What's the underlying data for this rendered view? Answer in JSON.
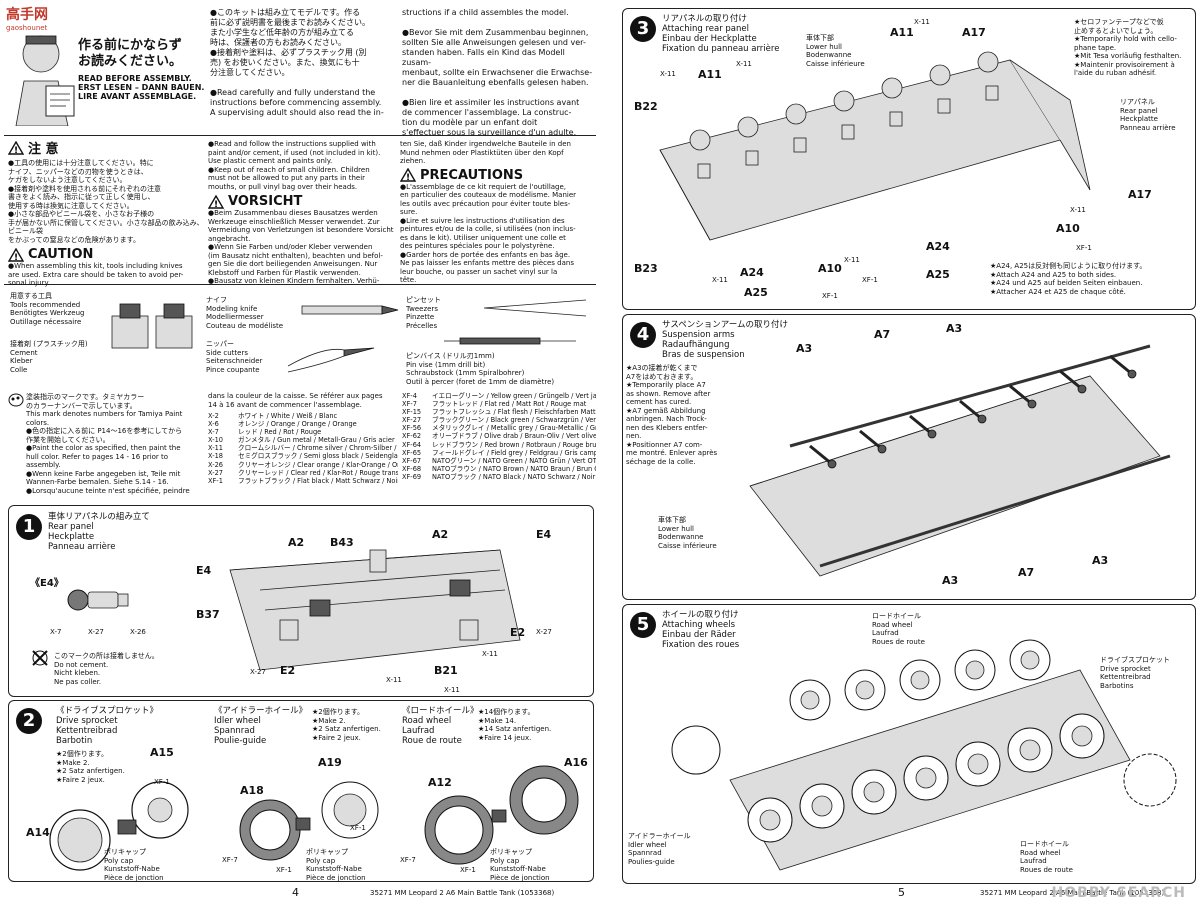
{
  "left": {
    "logo": {
      "text": "高手网",
      "sub": "gaoshounet"
    },
    "intro": {
      "jp": "作る前にかならず\nお読みください。",
      "en": "READ BEFORE ASSEMBLY.",
      "de": "ERST LESEN – DANN BAUEN.",
      "fr": "LIRE AVANT ASSEMBLAGE."
    },
    "col2_top": "●このキットは組み立てモデルです。作る\n前に必ず説明書を最後までお読みください。\nまた小学生など低年齢の方が組み立てる\n時は、保護者の方もお読みください。\n●接着剤や塗料は、必ずプラスチック用 (別\n売) をお使いください。また、換気にも十\n分注意してください。\n\n●Read carefully and fully understand the\ninstructions before commencing assembly.\nA supervising adult should also read the in-",
    "col3_top": "structions if a child assembles the model.\n\n●Bevor Sie mit dem Zusammenbau beginnen,\nsollten Sie alle Anweisungen gelesen und ver-\nstanden haben. Falls ein Kind das Modell zusam-\nmenbaut, sollte ein Erwachsener die Erwachse-\nner die Bauanleitung ebenfalls gelesen haben.\n\n●Bien lire et assimiler les instructions avant\nde commencer l'assemblage. La construc-\ntion du modèle par un enfant doit\ns'effectuer sous la surveillance d'un adulte.",
    "chui_title": "注 意",
    "chui_text": "●工具の使用には十分注意してください。特に\nナイフ、ニッパーなどの刃物を使うときは、\nケガをしないよう注意してください。\n●接着剤や塗料を使用される前にそれぞれの注意\n書きをよく読み、指示に従って正しく使用し、\n使用する時は換気に注意してください。\n●小さな部品やビニール袋を、小さなお子様の\n手が届かない所に保管してください。小さな部品の飲み込み、ビニール袋\nをかぶっての窒息などの危険があります。",
    "caution_title": "CAUTION",
    "caution_text": "●When assembling this kit, tools including knives\nare used. Extra care should be taken to avoid per-\nsonal injury.",
    "mid_text": "●Read and follow the instructions supplied with\npaint and/or cement, if used (not included in kit).\nUse plastic cement and paints only.\n●Keep out of reach of small children. Children\nmust not be allowed to put any parts in their\nmouths, or pull vinyl bag over their heads.",
    "vorsicht_title": "VORSICHT",
    "vorsicht_text": "●Beim Zusammenbau dieses Bausatzes werden\nWerkzeuge einschließlich Messer verwendet. Zur\nVermeidung von Verletzungen ist besondere Vorsicht\nangebracht.\n●Wenn Sie Farben und/oder Kleber verwenden\n(im Bausatz nicht enthalten), beachten und befol-\ngen Sie die dort beiliegenden Anweisungen. Nur\nKlebstoff und Farben für Plastik verwenden.\n●Bausatz von kleinen Kindern fernhalten. Verhü-",
    "right_warn_text": "ten Sie, daß Kinder irgendwelche Bauteile in den\nMund nehmen oder Plastiktüten über den Kopf\nziehen.",
    "precautions_title": "PRECAUTIONS",
    "precautions_text": "●L'assemblage de ce kit requiert de l'outillage,\nen particulier des couteaux de modélisme. Manier\nles outils avec précaution pour éviter toute bles-\nsure.\n●Lire et suivre les instructions d'utilisation des\npeintures et/ou de la colle, si utilisées (non inclus-\nes dans le kit). Utiliser uniquement une colle et\ndes peintures spéciales pour le polystyrène.\n●Garder hors de portée des enfants en bas âge.\nNe pas laisser les enfants mettre des pièces dans\nleur bouche, ou passer un sachet vinyl sur la\ntête.",
    "tools": {
      "header": "用意する工具\nTools recommended\nBenötigtes Werkzeug\nOutillage nécessaire",
      "cement": "接着剤 (プラスチック用)\nCement\nKleber\nColle",
      "knife": "ナイフ\nModeling knife\nModelliermesser\nCouteau de modéliste",
      "nipper": "ニッパー\nSide cutters\nSeitenschneider\nPince coupante",
      "tweezers": "ピンセット\nTweezers\nPinzette\nPrécelles",
      "pinvise": "ピンバイス (ドリル刃1mm)\nPin vise (1mm drill bit)\nSchraubstock (1mm Spiralbohrer)\nOutil à percer (foret de 1mm de diamètre)"
    },
    "paint_intro": "塗装指示のマークです。タミヤカラー\nのカラーナンバーで示しています。\nThis mark denotes numbers for Tamiya Paint\ncolors.\n●色の指定に入る前に P14〜16を参考にしてから\n作業を開始してください。\n●Paint the color as specified, then paint the\nhull color. Refer to pages 14 - 16 prior to assembly.\n●Wenn keine Farbe angegeben ist, Teile mit\nWannen-Farbe bemalen. Siehe S.14 - 16.\n●Lorsqu'aucune teinte n'est spécifiée, peindre",
    "paint_mid_intro": "dans la couleur de la caisse. Se référer aux pages\n14 à 16 avant de commencer l'assemblage.",
    "paints_left": [
      [
        "X-2",
        "ホワイト / White / Weiß / Blanc"
      ],
      [
        "X-6",
        "オレンジ / Orange / Orange / Orange"
      ],
      [
        "X-7",
        "レッド / Red / Rot / Rouge"
      ],
      [
        "X-10",
        "ガンメタル / Gun metal / Metall-Grau / Gris acier"
      ],
      [
        "X-11",
        "クロームシルバー / Chrome silver / Chrom-Silber / Aluminium chromé"
      ],
      [
        "X-18",
        "セミグロスブラック / Semi gloss black / Seidenglanz Schwarz / Noir satiné"
      ],
      [
        "X-26",
        "クリヤーオレンジ / Clear orange / Klar-Orange / Orange translucide"
      ],
      [
        "X-27",
        "クリヤーレッド / Clear red / Klar-Rot / Rouge translucide"
      ],
      [
        "XF-1",
        "フラットブラック / Flat black / Matt Schwarz / Noir mat"
      ]
    ],
    "paints_right": [
      [
        "XF-4",
        "イエローグリーン / Yellow green / Grüngelb / Vert jaune"
      ],
      [
        "XF-7",
        "フラットレッド / Flat red / Matt Rot / Rouge mat"
      ],
      [
        "XF-15",
        "フラットフレッシュ / Flat flesh / Fleischfarben Matt / Chair mate"
      ],
      [
        "XF-27",
        "ブラックグリーン / Black green / Schwarzgrün / Vert noir"
      ],
      [
        "XF-56",
        "メタリックグレイ / Metallic grey / Grau-Metallic / Gris métallisé"
      ],
      [
        "XF-62",
        "オリーブドラブ / Olive drab / Braun-Oliv / Vert olive"
      ],
      [
        "XF-64",
        "レッドブラウン / Red brown / Rotbraun / Rouge brun"
      ],
      [
        "XF-65",
        "フィールドグレイ / Field grey / Feldgrau / Gris campagne"
      ],
      [
        "XF-67",
        "NATOグリーン / NATO Green / NATO Grün / Vert OTAN"
      ],
      [
        "XF-68",
        "NATOブラウン / NATO Brown / NATO Braun / Brun OTAN"
      ],
      [
        "XF-69",
        "NATOブラック / NATO Black / NATO Schwarz / Noir OTAN"
      ]
    ],
    "step1": {
      "num": "1",
      "title": "車体リアパネルの組み立て\nRear panel\nHeckplatte\nPanneau arrière",
      "e4_label": "《E4》",
      "nocement": "このマークの所は接着しません。\nDo not cement.\nNicht kleben.\nNe pas coller.",
      "labels": [
        "A2",
        "B43",
        "A2",
        "E4",
        "E4",
        "B37",
        "E2",
        "E2",
        "B21"
      ],
      "paint_tags": [
        "X-7",
        "X-27",
        "X-26",
        "X-11",
        "X-27",
        "X-11",
        "X-27",
        "X-11"
      ]
    },
    "step2": {
      "num": "2",
      "sprocket": "《ドライブスプロケット》\nDrive sprocket\nKettentreibrad\nBarbotin",
      "sprocket_make": "★2個作ります。\n★Make 2.\n★2 Satz anfertigen.\n★Faire 2 jeux.",
      "idler": "《アイドラーホイール》\nIdler wheel\nSpannrad\nPoulie-guide",
      "idler_make": "★2個作ります。\n★Make 2.\n★2 Satz anfertigen.\n★Faire 2 jeux.",
      "road": "《ロードホイール》\nRoad wheel\nLaufrad\nRoue de route",
      "road_make": "★14個作ります。\n★Make 14.\n★14 Satz anfertigen.\n★Faire 14 jeux.",
      "polycap": "ポリキャップ\nPoly cap\nKunststoff-Nabe\nPièce de jonction",
      "labels": [
        "A15",
        "A14",
        "A19",
        "A18",
        "A16",
        "A12"
      ],
      "paint_tags": [
        "XF-1",
        "XF-7",
        "XF-1",
        "XF-1",
        "XF-7",
        "XF-1"
      ]
    },
    "pagenum": "4",
    "footer": "35271 MM Leopard 2 A6 Main Battle Tank (1053368)"
  },
  "right": {
    "step3": {
      "num": "3",
      "title": "リアパネルの取り付け\nAttaching rear panel\nEinbau der Heckplatte\nFixation du panneau arrière",
      "note": "★セロファンテープなどで仮\n止めするとよいでしょう。\n★Temporarily hold with cello-\nphane tape.\n★Mit Tesa vorläufig festhalten.\n★Maintenir provisoirement à\nl'aide du ruban adhésif.",
      "rearpanel": "リアパネル\nRear panel\nHeckplatte\nPanneau arrière",
      "lowerhull": "車体下部\nLower hull\nBodenwanne\nCaisse inférieure",
      "note2": "★A24, A25は反対側も同じように取り付けます。\n★Attach A24 and A25 to both sides.\n★A24 und A25 auf beiden Seiten einbauen.\n★Attacher A24 et A25 de chaque côté.",
      "labels": [
        "A11",
        "A17",
        "A11",
        "B22",
        "A17",
        "A10",
        "A24",
        "A25",
        "A10",
        "A24",
        "B23",
        "A25"
      ],
      "paint_tags": [
        "X-11",
        "X-11",
        "X-11",
        "X-11",
        "XF-1",
        "X-11",
        "X-11",
        "XF-1",
        "XF-1"
      ]
    },
    "step4": {
      "num": "4",
      "title": "サスペンションアームの取り付け\nSuspension arms\nRadaufhängung\nBras de suspension",
      "note": "★A3の接着が乾くまで\nA7をはめておきます。\n★Temporarily place A7\nas shown. Remove after\ncement has cured.\n★A7 gemäß Abbildung\nanbringen. Nach Trock-\nnen des Klebers entfer-\nnen.\n★Positionner A7 com-\nme montré. Enlever après\nséchage de la colle.",
      "lowerhull": "車体下部\nLower hull\nBodenwanne\nCaisse inférieure",
      "labels": [
        "A3",
        "A7",
        "A3",
        "A3",
        "A3",
        "A7"
      ]
    },
    "step5": {
      "num": "5",
      "title": "ホイールの取り付け\nAttaching wheels\nEinbau der Räder\nFixation des roues",
      "roadwheel": "ロードホイール\nRoad wheel\nLaufrad\nRoues de route",
      "sprocket": "ドライブスプロケット\nDrive sprocket\nKettentreibrad\nBarbotins",
      "idler": "アイドラーホイール\nIdler wheel\nSpannrad\nPoulies-guide",
      "roadwheel2": "ロードホイール\nRoad wheel\nLaufrad\nRoues de route"
    },
    "pagenum": "5",
    "footer": "35271 MM Leopard 2 A6 Main Battle Tank (1053368)",
    "watermark": "HOBBY SEARCH"
  }
}
